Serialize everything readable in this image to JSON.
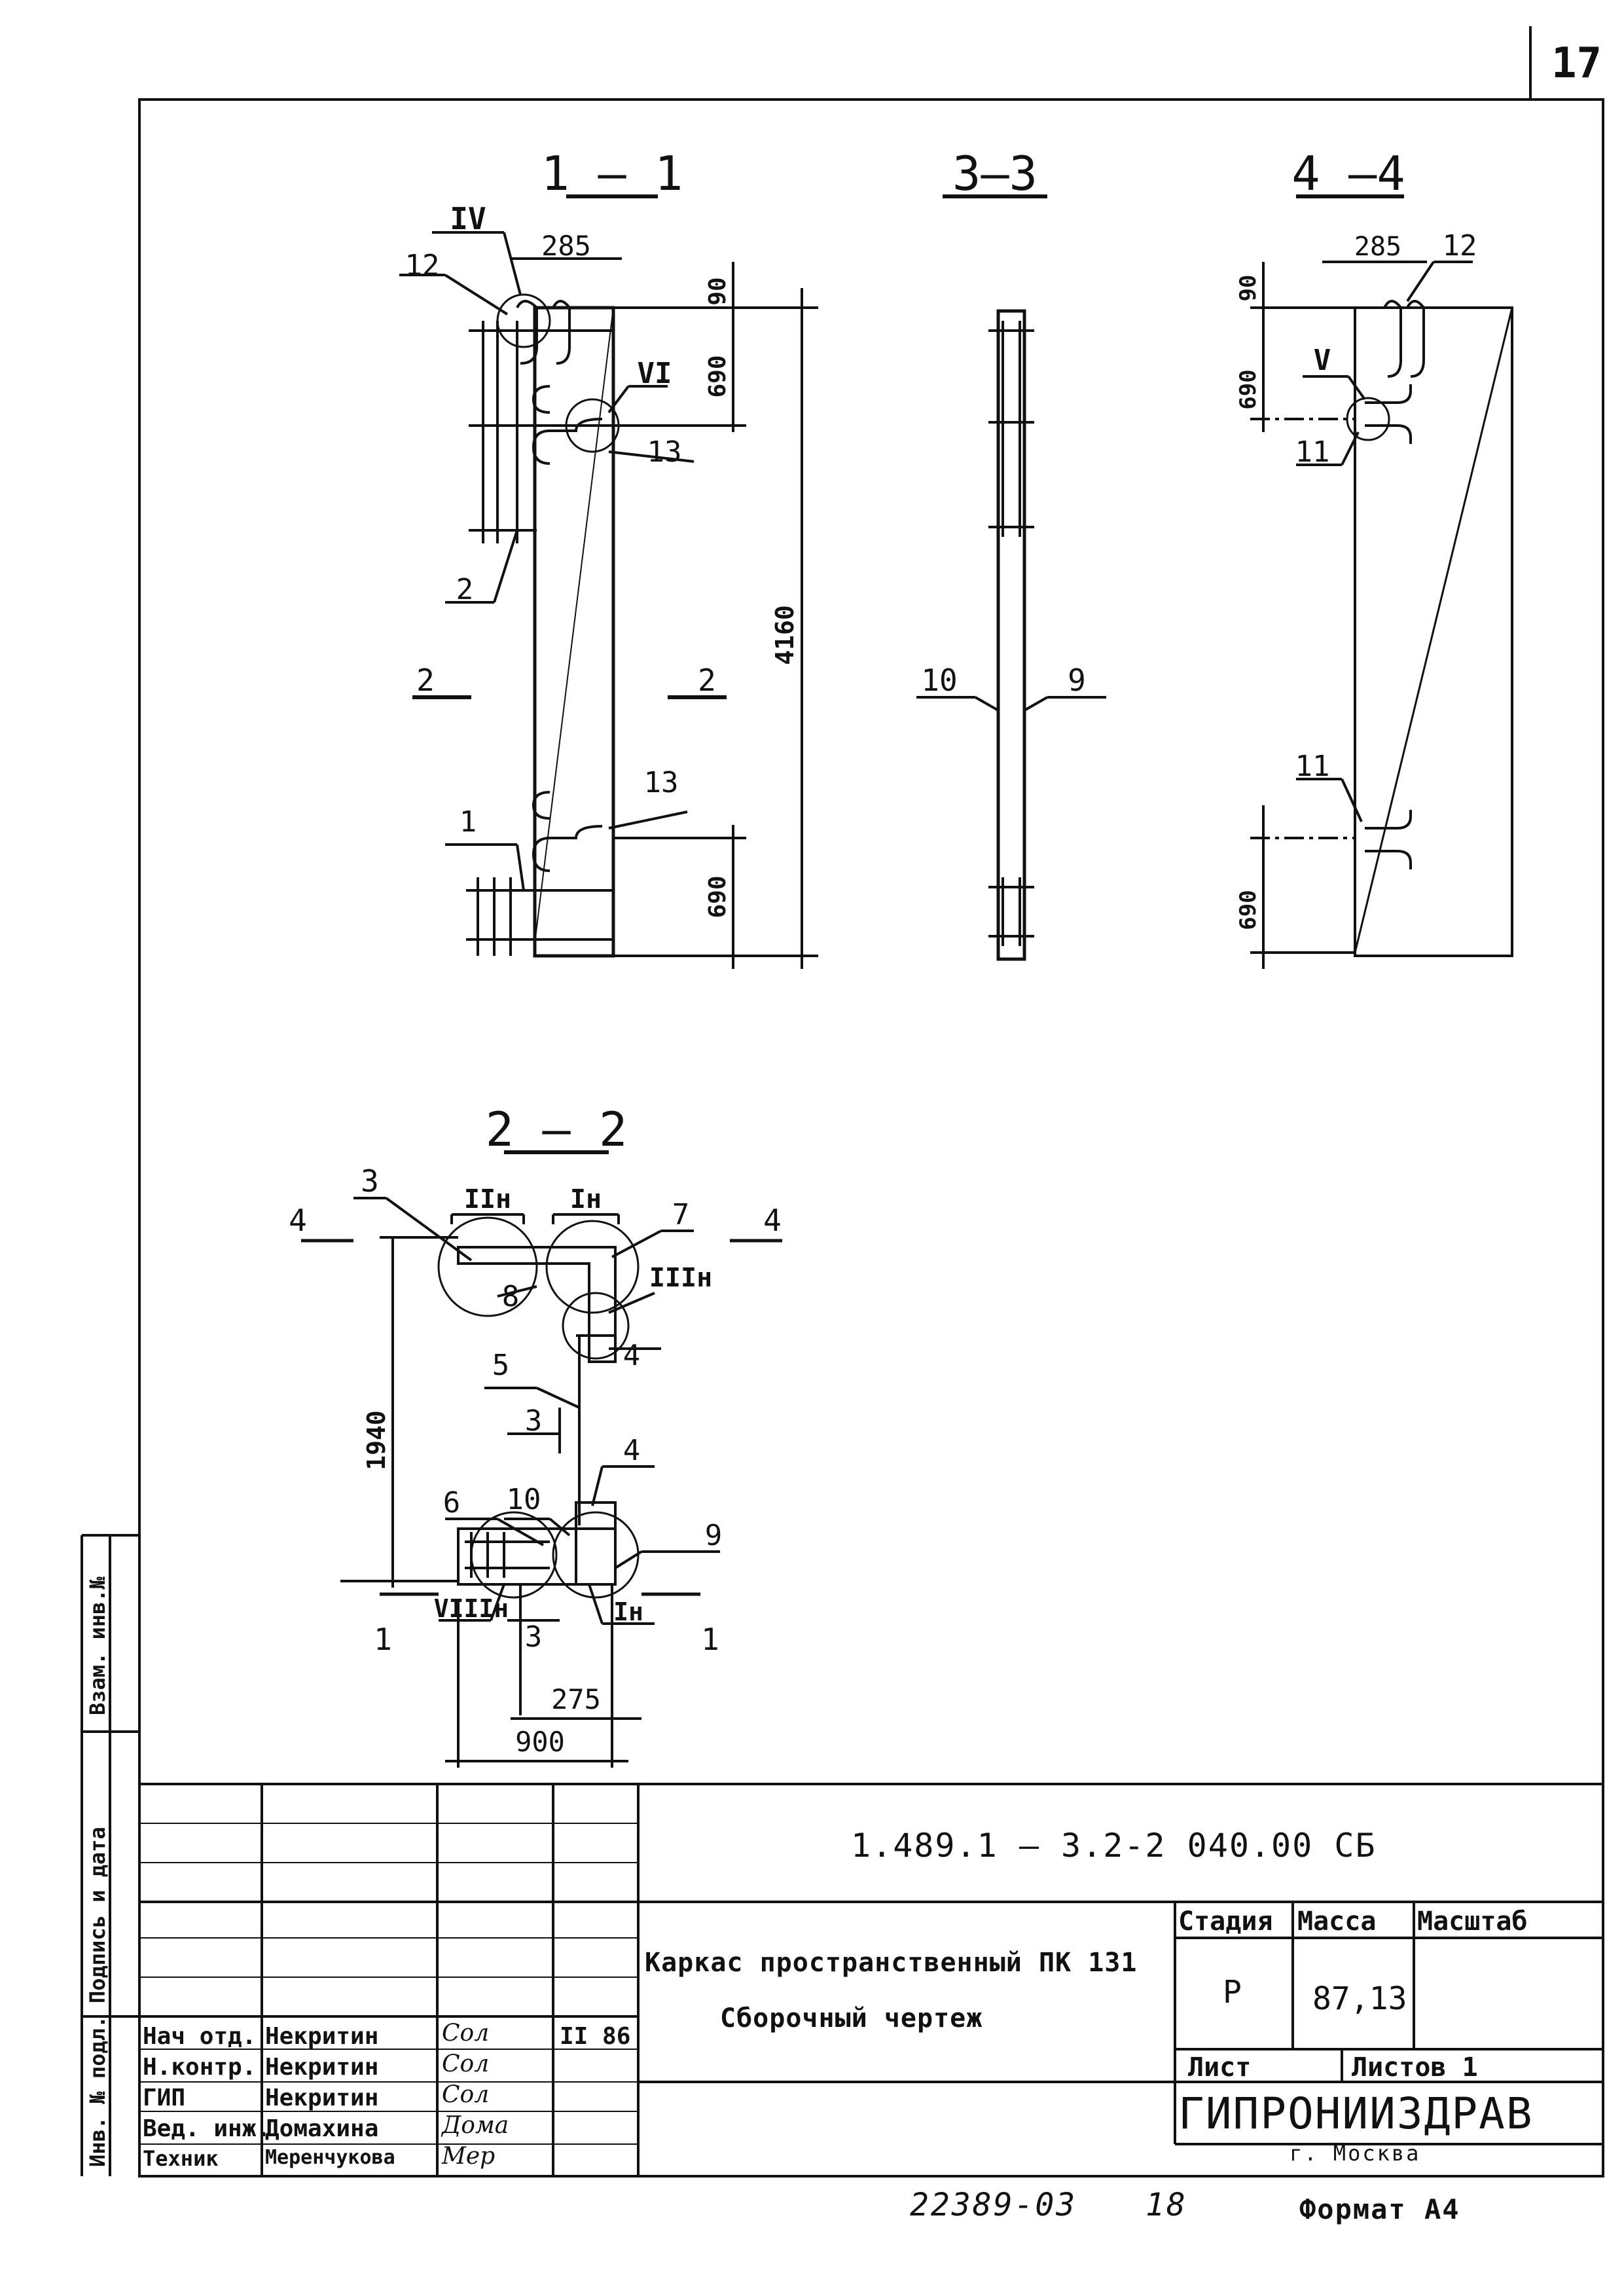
{
  "sheet_number": "17",
  "sections": {
    "s11": {
      "title": "1 – 1",
      "dim_width": "285",
      "dim_top": "90",
      "dim_upper": "690",
      "dim_lower": "690",
      "dim_height": "4160",
      "mark_iv": "IV",
      "mark_vi": "VI",
      "pos_12": "12",
      "pos_13a": "13",
      "pos_13b": "13",
      "pos_2": "2",
      "pos_1": "1",
      "cut_left": "2",
      "cut_right": "2"
    },
    "s33": {
      "title": "3–3",
      "pos_10": "10",
      "pos_9": "9"
    },
    "s44": {
      "title": "4 –4",
      "dim_width": "285",
      "dim_top": "90",
      "dim_upper": "690",
      "dim_lower": "690",
      "pos_12": "12",
      "mark_v": "V",
      "pos_11a": "11",
      "pos_11b": "11"
    },
    "s22": {
      "title": "2 – 2",
      "dim_height": "1940",
      "dim_275": "275",
      "dim_900": "900",
      "pos_3": "3",
      "pos_7": "7",
      "pos_8": "8",
      "pos_4a": "4",
      "pos_5": "5",
      "pos_4b": "4",
      "pos_6": "6",
      "pos_10": "10",
      "pos_9": "9",
      "mark_2h": "IIн",
      "mark_1h_top": "Iн",
      "mark_3h": "IIIн",
      "mark_8h": "VIIIн",
      "mark_1h_bot": "Iн",
      "cut4_left": "4",
      "cut4_right": "4",
      "cut3_top": "3",
      "cut3_bot": "3",
      "cut1_left": "1",
      "cut1_right": "1"
    }
  },
  "side_stamps": [
    "Инв. № подл.",
    "Подпись и дата",
    "Взам. инв.№"
  ],
  "title_block": {
    "doc_code": "1.489.1 – 3.2-2 040.00 СБ",
    "title_line1": "Каркас пространственный ПК 131",
    "title_line2": "Сборочный чертеж",
    "stage_label": "Стадия",
    "mass_label": "Масса",
    "scale_label": "Масштаб",
    "stage_value": "Р",
    "mass_value": "87,13",
    "sheet_label": "Лист",
    "sheets_label": "Листов 1",
    "org_name": "ГИПРОНИИЗДРАВ",
    "org_city": "г. Москва",
    "staff": [
      {
        "role": "Нач отд.",
        "name": "Некритин",
        "sig": "Сол",
        "date": "II 86"
      },
      {
        "role": "Н.контр.",
        "name": "Некритин",
        "sig": "Сол",
        "date": ""
      },
      {
        "role": "ГИП",
        "name": "Некритин",
        "sig": "Сол",
        "date": ""
      },
      {
        "role": "Вед. инж.",
        "name": "Домахина",
        "sig": "Дома",
        "date": ""
      },
      {
        "role": "Техник",
        "name": "Меренчукова",
        "sig": "Мер",
        "date": ""
      }
    ]
  },
  "footer": {
    "inventory": "22389-03",
    "page": "18",
    "format": "Формат А4"
  }
}
